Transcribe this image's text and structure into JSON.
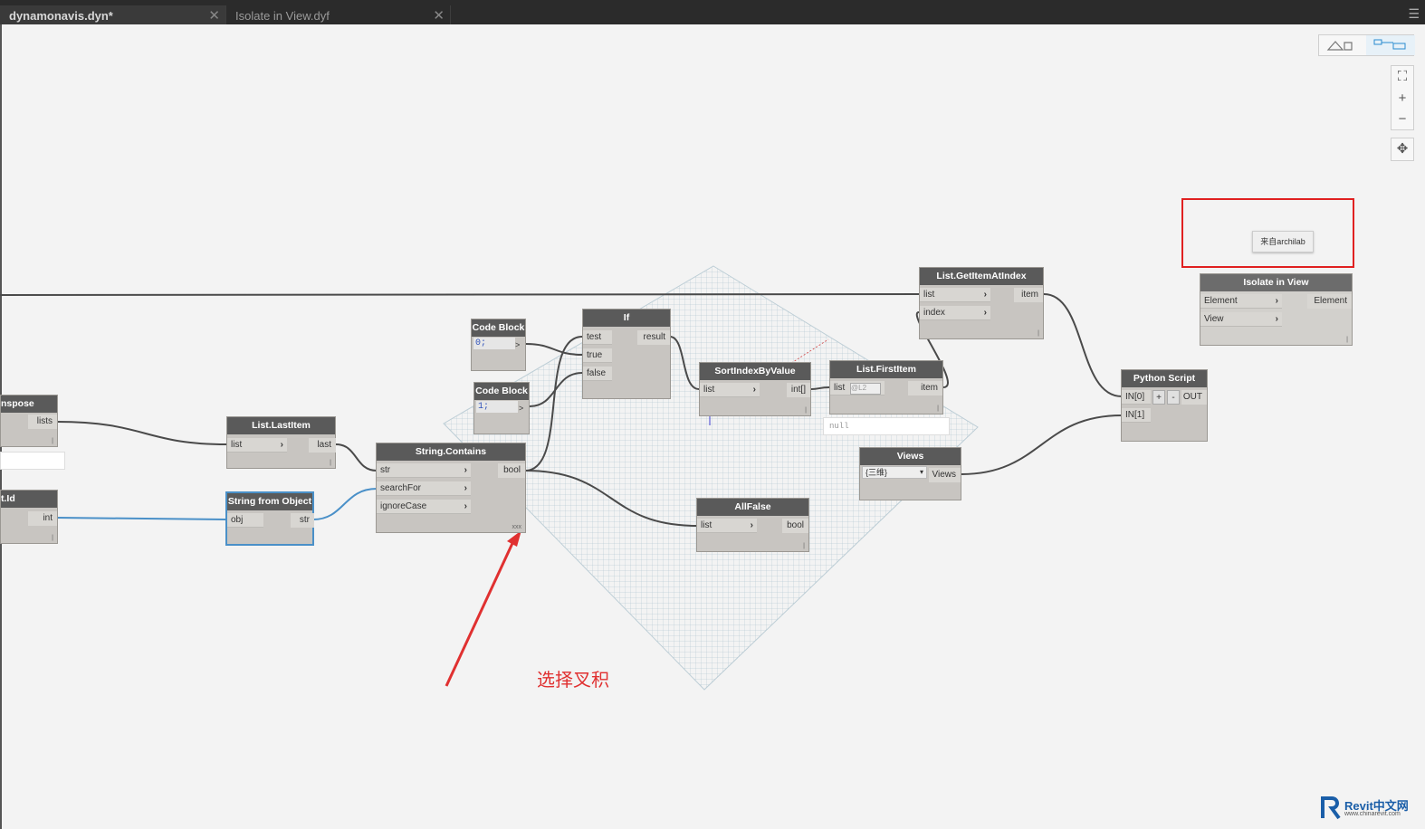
{
  "tabs": [
    {
      "label": "dynamonavis.dyn*",
      "active": true
    },
    {
      "label": "Isolate in View.dyf",
      "active": false
    }
  ],
  "tab_close_glyph": "✕",
  "menu_icon": "hamburger-icon",
  "view_controls": {
    "geometry_icon": "geometry-view-icon",
    "graph_icon": "graph-view-icon",
    "zoom_fit": "⛶",
    "zoom_in": "+",
    "zoom_out": "−",
    "pan": "✥"
  },
  "tooltip": "来自archilab",
  "annotation": "选择叉积",
  "watermark": {
    "brand": "Revit中文网",
    "url": "www.chinarevit.com"
  },
  "colors": {
    "wire": "#4a4a4a",
    "selected_wire": "#4a90c8",
    "annotation": "#e03030",
    "highlight_box": "#e02020"
  },
  "nodes": {
    "transpose": {
      "title": "nspose",
      "out": "lists"
    },
    "getid": {
      "title": "t.Id",
      "out": "int"
    },
    "lastitem": {
      "title": "List.LastItem",
      "in": "list",
      "out": "last"
    },
    "strobj": {
      "title": "String from Object",
      "in": "obj",
      "out": "str"
    },
    "contains": {
      "title": "String.Contains",
      "in": [
        "str",
        "searchFor",
        "ignoreCase"
      ],
      "out": "bool",
      "lacing": "xxx"
    },
    "cb1": {
      "title": "Code Block",
      "code": "0;",
      "out": ">"
    },
    "cb2": {
      "title": "Code Block",
      "code": "1;",
      "out": ">"
    },
    "ifnode": {
      "title": "If",
      "in": [
        "test",
        "true",
        "false"
      ],
      "out": "result"
    },
    "sortidx": {
      "title": "SortIndexByValue",
      "in": "list",
      "out": "int[]"
    },
    "firstitem": {
      "title": "List.FirstItem",
      "in": "list",
      "level": "@L2",
      "out": "item",
      "preview": "null"
    },
    "getitemidx": {
      "title": "List.GetItemAtIndex",
      "in": [
        "list",
        "index"
      ],
      "out": "item"
    },
    "allfalse": {
      "title": "AllFalse",
      "in": "list",
      "out": "bool"
    },
    "views": {
      "title": "Views",
      "selected": "{三维}",
      "out": "Views"
    },
    "python": {
      "title": "Python Script",
      "in": [
        "IN[0]",
        "IN[1]"
      ],
      "add": "+",
      "remove": "-",
      "out": "OUT"
    },
    "isolate": {
      "title": "Isolate in View",
      "in": [
        "Element",
        "View"
      ],
      "out": "Element"
    }
  }
}
